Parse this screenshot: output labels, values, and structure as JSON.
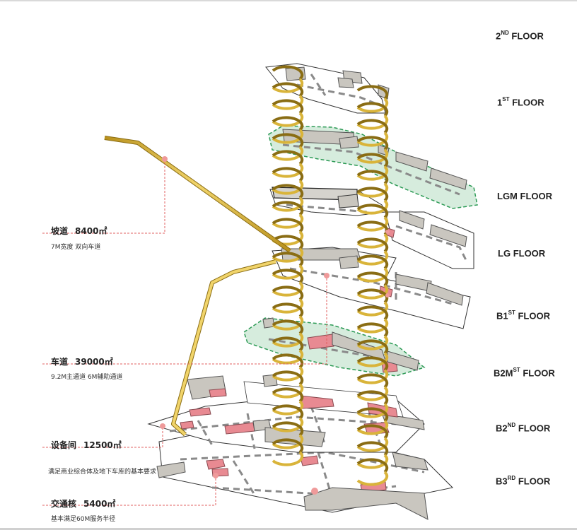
{
  "floors": [
    {
      "base": "2",
      "sup": "ND",
      "word": "FLOOR"
    },
    {
      "base": "1",
      "sup": "ST",
      "word": "FLOOR"
    },
    {
      "base": "LGM",
      "sup": "",
      "word": "FLOOR"
    },
    {
      "base": "LG",
      "sup": "",
      "word": "FLOOR"
    },
    {
      "base": "B1",
      "sup": "ST",
      "word": "FLOOR"
    },
    {
      "base": "B2M",
      "sup": "ST",
      "word": "FLOOR"
    },
    {
      "base": "B2",
      "sup": "ND",
      "word": "FLOOR"
    },
    {
      "base": "B3",
      "sup": "RD",
      "word": "FLOOR"
    }
  ],
  "annotations": [
    {
      "title": "坡道",
      "value": "8400㎡",
      "sub": "7M宽度 双向车道"
    },
    {
      "title": "车道",
      "value": "39000㎡",
      "sub": "9.2M主通道 6M辅助通道"
    },
    {
      "title": "设备间",
      "value": "12500㎡",
      "sub": "满足商业综合体及地下车库的基本要求"
    },
    {
      "title": "交通核",
      "value": "5400㎡",
      "sub": "基本满足60M服务半径"
    }
  ],
  "colors": {
    "slab_fill": "#ffffff",
    "slab_stroke": "#333333",
    "road_dash": "#8a8a8a",
    "block": "#c9c6bf",
    "block_dark": "#8f8c86",
    "pink": "#e88a92",
    "green_fill": "#cfe9d7",
    "green_stroke": "#2c9a55",
    "helix": "#d9b43a",
    "helix_dark": "#8a6d14",
    "leader": "#e06060"
  }
}
